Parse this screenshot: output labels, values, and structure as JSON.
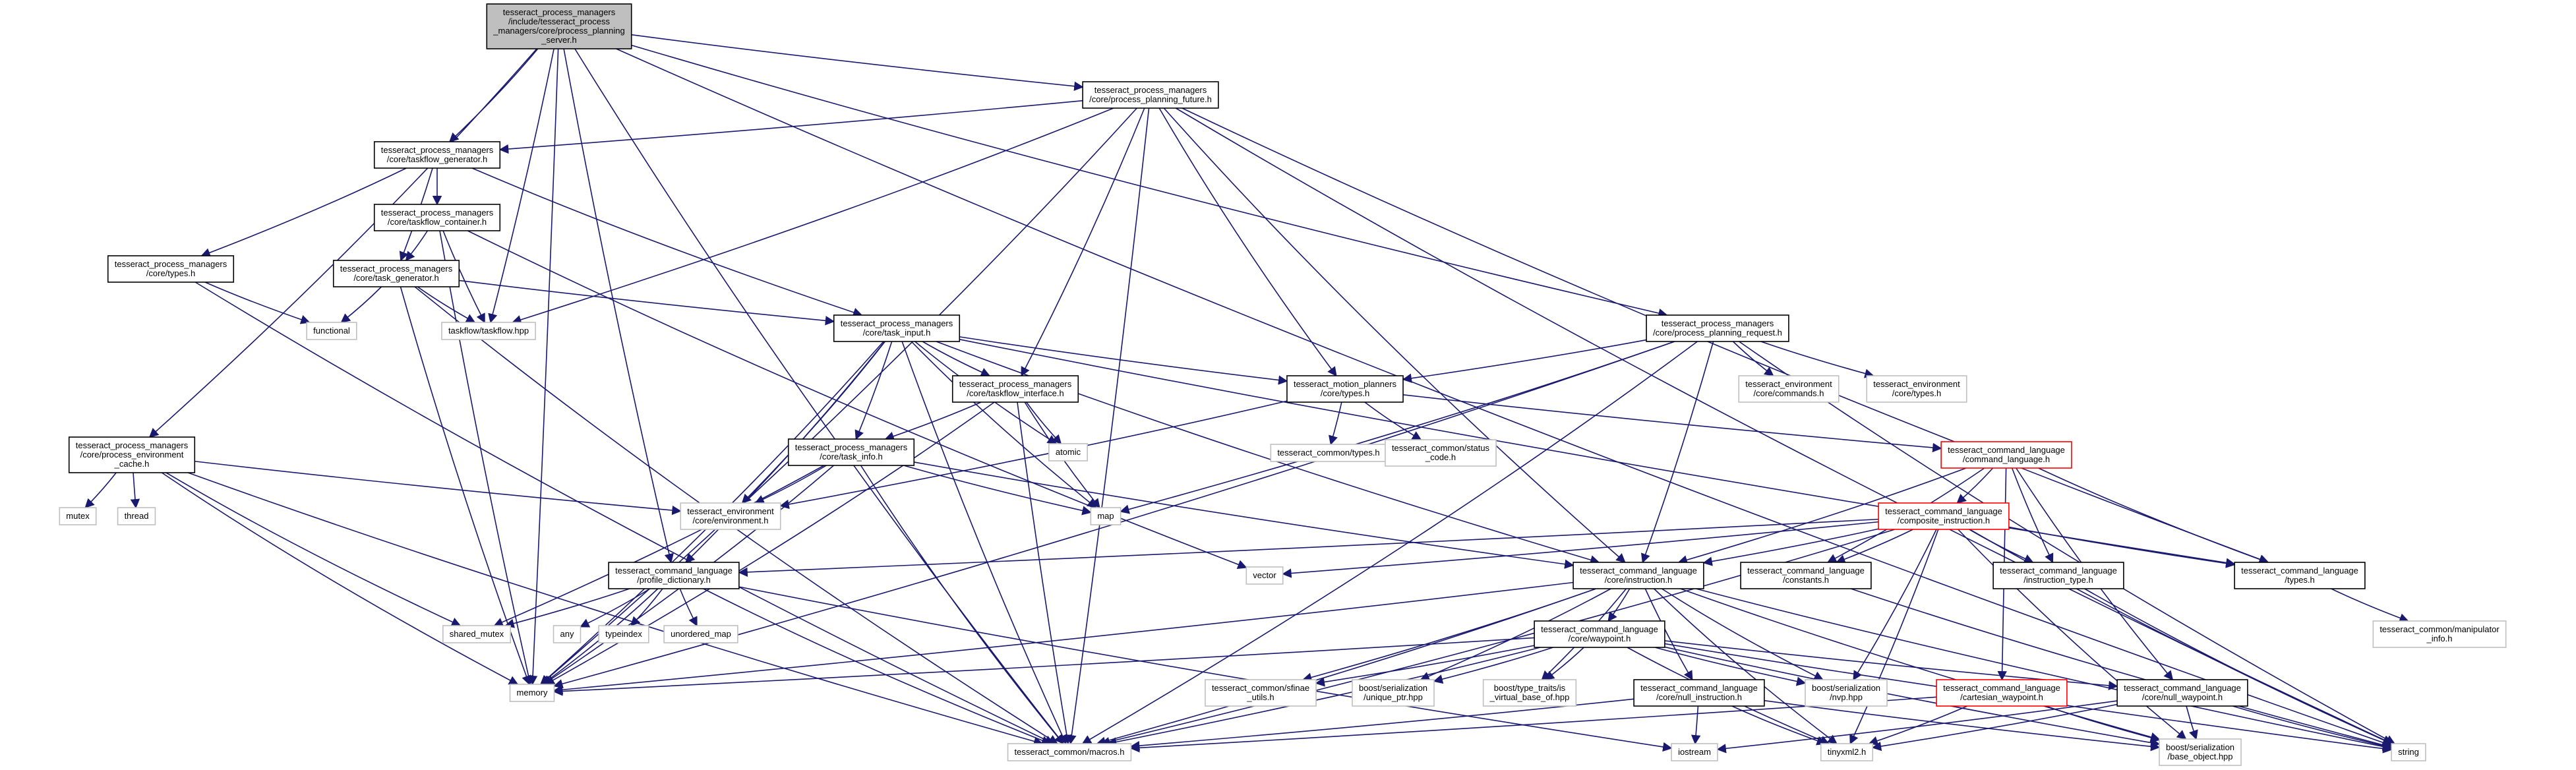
{
  "colors": {
    "edge": "#191970",
    "border_normal": "#000000",
    "border_external": "#bfbfbf",
    "border_truncated": "#ff0000",
    "root_fill": "#bfbfbf",
    "text": "#000000"
  },
  "nodes": [
    {
      "id": "root",
      "label": [
        "tesseract_process_managers",
        "/include/tesseract_process",
        "_managers/core/process_planning",
        "_server.h"
      ],
      "kind": "root"
    },
    {
      "id": "ppf",
      "label": [
        "tesseract_process_managers",
        "/core/process_planning_future.h"
      ],
      "kind": "normal"
    },
    {
      "id": "tfg",
      "label": [
        "tesseract_process_managers",
        "/core/taskflow_generator.h"
      ],
      "kind": "normal"
    },
    {
      "id": "tfc",
      "label": [
        "tesseract_process_managers",
        "/core/taskflow_container.h"
      ],
      "kind": "normal"
    },
    {
      "id": "tg",
      "label": [
        "tesseract_process_managers",
        "/core/task_generator.h"
      ],
      "kind": "normal"
    },
    {
      "id": "types",
      "label": [
        "tesseract_process_managers",
        "/core/types.h"
      ],
      "kind": "normal"
    },
    {
      "id": "functional",
      "label": [
        "functional"
      ],
      "kind": "external"
    },
    {
      "id": "taskflow",
      "label": [
        "taskflow/taskflow.hpp"
      ],
      "kind": "external"
    },
    {
      "id": "ti",
      "label": [
        "tesseract_process_managers",
        "/core/task_input.h"
      ],
      "kind": "normal"
    },
    {
      "id": "pec",
      "label": [
        "tesseract_process_managers",
        "/core/process_environment",
        "_cache.h"
      ],
      "kind": "normal"
    },
    {
      "id": "mutex",
      "label": [
        "mutex"
      ],
      "kind": "external"
    },
    {
      "id": "thread",
      "label": [
        "thread"
      ],
      "kind": "external"
    },
    {
      "id": "tfi",
      "label": [
        "tesseract_process_managers",
        "/core/taskflow_interface.h"
      ],
      "kind": "normal"
    },
    {
      "id": "tinfo",
      "label": [
        "tesseract_process_managers",
        "/core/task_info.h"
      ],
      "kind": "normal"
    },
    {
      "id": "atomic",
      "label": [
        "atomic"
      ],
      "kind": "external"
    },
    {
      "id": "map",
      "label": [
        "map"
      ],
      "kind": "external"
    },
    {
      "id": "envh",
      "label": [
        "tesseract_environment",
        "/core/environment.h"
      ],
      "kind": "external"
    },
    {
      "id": "mptypes",
      "label": [
        "tesseract_motion_planners",
        "/core/types.h"
      ],
      "kind": "normal"
    },
    {
      "id": "ctypes",
      "label": [
        "tesseract_common/types.h"
      ],
      "kind": "external"
    },
    {
      "id": "status",
      "label": [
        "tesseract_common/status",
        "_code.h"
      ],
      "kind": "external"
    },
    {
      "id": "ppr",
      "label": [
        "tesseract_process_managers",
        "/core/process_planning_request.h"
      ],
      "kind": "normal"
    },
    {
      "id": "envcmd",
      "label": [
        "tesseract_environment",
        "/core/commands.h"
      ],
      "kind": "external"
    },
    {
      "id": "envtypes",
      "label": [
        "tesseract_environment",
        "/core/types.h"
      ],
      "kind": "external"
    },
    {
      "id": "cl",
      "label": [
        "tesseract_command_language",
        "/command_language.h"
      ],
      "kind": "truncated"
    },
    {
      "id": "ci",
      "label": [
        "tesseract_command_language",
        "/composite_instruction.h"
      ],
      "kind": "truncated"
    },
    {
      "id": "pd",
      "label": [
        "tesseract_command_language",
        "/profile_dictionary.h"
      ],
      "kind": "normal"
    },
    {
      "id": "shmutex",
      "label": [
        "shared_mutex"
      ],
      "kind": "external"
    },
    {
      "id": "any",
      "label": [
        "any"
      ],
      "kind": "external"
    },
    {
      "id": "typeindex",
      "label": [
        "typeindex"
      ],
      "kind": "external"
    },
    {
      "id": "umap",
      "label": [
        "unordered_map"
      ],
      "kind": "external"
    },
    {
      "id": "memory",
      "label": [
        "memory"
      ],
      "kind": "external"
    },
    {
      "id": "vector",
      "label": [
        "vector"
      ],
      "kind": "external"
    },
    {
      "id": "instr",
      "label": [
        "tesseract_command_language",
        "/core/instruction.h"
      ],
      "kind": "normal"
    },
    {
      "id": "consts",
      "label": [
        "tesseract_command_language",
        "/constants.h"
      ],
      "kind": "normal"
    },
    {
      "id": "itype",
      "label": [
        "tesseract_command_language",
        "/instruction_type.h"
      ],
      "kind": "normal"
    },
    {
      "id": "cltypes",
      "label": [
        "tesseract_command_language",
        "/types.h"
      ],
      "kind": "normal"
    },
    {
      "id": "manip",
      "label": [
        "tesseract_common/manipulator",
        "_info.h"
      ],
      "kind": "external"
    },
    {
      "id": "waypoint",
      "label": [
        "tesseract_command_language",
        "/core/waypoint.h"
      ],
      "kind": "normal"
    },
    {
      "id": "sfinae",
      "label": [
        "tesseract_common/sfinae",
        "_utils.h"
      ],
      "kind": "external"
    },
    {
      "id": "uptr",
      "label": [
        "boost/serialization",
        "/unique_ptr.hpp"
      ],
      "kind": "external"
    },
    {
      "id": "ttvb",
      "label": [
        "boost/type_traits/is",
        "_virtual_base_of.hpp"
      ],
      "kind": "external"
    },
    {
      "id": "nvp",
      "label": [
        "boost/serialization",
        "/nvp.hpp"
      ],
      "kind": "external"
    },
    {
      "id": "nullinst",
      "label": [
        "tesseract_command_language",
        "/core/null_instruction.h"
      ],
      "kind": "normal"
    },
    {
      "id": "cartwp",
      "label": [
        "tesseract_command_language",
        "/cartesian_waypoint.h"
      ],
      "kind": "truncated"
    },
    {
      "id": "nullwp",
      "label": [
        "tesseract_command_language",
        "/core/null_waypoint.h"
      ],
      "kind": "normal"
    },
    {
      "id": "macros",
      "label": [
        "tesseract_common/macros.h"
      ],
      "kind": "external"
    },
    {
      "id": "iostream",
      "label": [
        "iostream"
      ],
      "kind": "external"
    },
    {
      "id": "tinyxml",
      "label": [
        "tinyxml2.h"
      ],
      "kind": "external"
    },
    {
      "id": "baseobj",
      "label": [
        "boost/serialization",
        "/base_object.hpp"
      ],
      "kind": "external"
    },
    {
      "id": "string",
      "label": [
        "string"
      ],
      "kind": "external"
    }
  ],
  "edges": [
    [
      "root",
      "ppf"
    ],
    [
      "root",
      "tfg"
    ],
    [
      "root",
      "pec"
    ],
    [
      "root",
      "taskflow"
    ],
    [
      "root",
      "ppr"
    ],
    [
      "root",
      "pd"
    ],
    [
      "root",
      "memory"
    ],
    [
      "root",
      "macros"
    ],
    [
      "root",
      "string"
    ],
    [
      "ppf",
      "tfg"
    ],
    [
      "ppf",
      "tfi"
    ],
    [
      "ppf",
      "mptypes"
    ],
    [
      "ppf",
      "instr"
    ],
    [
      "ppf",
      "cltypes"
    ],
    [
      "ppf",
      "taskflow"
    ],
    [
      "ppf",
      "memory"
    ],
    [
      "ppf",
      "macros"
    ],
    [
      "ppf",
      "string"
    ],
    [
      "tfg",
      "tfc"
    ],
    [
      "tfg",
      "tg"
    ],
    [
      "tfg",
      "types"
    ],
    [
      "tfg",
      "ti"
    ],
    [
      "tfc",
      "tg"
    ],
    [
      "tfc",
      "taskflow"
    ],
    [
      "tfc",
      "vector"
    ],
    [
      "tfc",
      "memory"
    ],
    [
      "tg",
      "ti"
    ],
    [
      "tg",
      "taskflow"
    ],
    [
      "tg",
      "functional"
    ],
    [
      "tg",
      "memory"
    ],
    [
      "tg",
      "macros"
    ],
    [
      "types",
      "functional"
    ],
    [
      "types",
      "macros"
    ],
    [
      "ti",
      "tfi"
    ],
    [
      "ti",
      "tinfo"
    ],
    [
      "ti",
      "mptypes"
    ],
    [
      "ti",
      "atomic"
    ],
    [
      "ti",
      "map"
    ],
    [
      "ti",
      "envh"
    ],
    [
      "ti",
      "pd"
    ],
    [
      "ti",
      "instr"
    ],
    [
      "ti",
      "cltypes"
    ],
    [
      "ti",
      "memory"
    ],
    [
      "ti",
      "macros"
    ],
    [
      "pec",
      "envh"
    ],
    [
      "pec",
      "mutex"
    ],
    [
      "pec",
      "thread"
    ],
    [
      "pec",
      "shmutex"
    ],
    [
      "pec",
      "memory"
    ],
    [
      "pec",
      "macros"
    ],
    [
      "tfi",
      "tinfo"
    ],
    [
      "tfi",
      "atomic"
    ],
    [
      "tfi",
      "map"
    ],
    [
      "tfi",
      "memory"
    ],
    [
      "tfi",
      "macros"
    ],
    [
      "tinfo",
      "envh"
    ],
    [
      "tinfo",
      "map"
    ],
    [
      "tinfo",
      "shmutex"
    ],
    [
      "tinfo",
      "instr"
    ],
    [
      "tinfo",
      "memory"
    ],
    [
      "tinfo",
      "macros"
    ],
    [
      "mptypes",
      "ctypes"
    ],
    [
      "mptypes",
      "status"
    ],
    [
      "mptypes",
      "cl"
    ],
    [
      "mptypes",
      "envh"
    ],
    [
      "ppr",
      "mptypes"
    ],
    [
      "ppr",
      "envcmd"
    ],
    [
      "ppr",
      "envtypes"
    ],
    [
      "ppr",
      "instr"
    ],
    [
      "ppr",
      "map"
    ],
    [
      "ppr",
      "memory"
    ],
    [
      "ppr",
      "macros"
    ],
    [
      "ppr",
      "string"
    ],
    [
      "cl",
      "ci"
    ],
    [
      "cl",
      "instr"
    ],
    [
      "cl",
      "consts"
    ],
    [
      "cl",
      "itype"
    ],
    [
      "cl",
      "cltypes"
    ],
    [
      "cl",
      "cartwp"
    ],
    [
      "cl",
      "nullwp"
    ],
    [
      "ci",
      "pd"
    ],
    [
      "ci",
      "instr"
    ],
    [
      "ci",
      "consts"
    ],
    [
      "ci",
      "itype"
    ],
    [
      "ci",
      "cltypes"
    ],
    [
      "ci",
      "vector"
    ],
    [
      "ci",
      "nvp"
    ],
    [
      "ci",
      "baseobj"
    ],
    [
      "ci",
      "tinyxml"
    ],
    [
      "ci",
      "string"
    ],
    [
      "ci",
      "macros"
    ],
    [
      "pd",
      "shmutex"
    ],
    [
      "pd",
      "any"
    ],
    [
      "pd",
      "typeindex"
    ],
    [
      "pd",
      "umap"
    ],
    [
      "pd",
      "memory"
    ],
    [
      "pd",
      "iostream"
    ],
    [
      "pd",
      "macros"
    ],
    [
      "instr",
      "waypoint"
    ],
    [
      "instr",
      "nullinst"
    ],
    [
      "instr",
      "sfinae"
    ],
    [
      "instr",
      "uptr"
    ],
    [
      "instr",
      "ttvb"
    ],
    [
      "instr",
      "nvp"
    ],
    [
      "instr",
      "tinyxml"
    ],
    [
      "instr",
      "baseobj"
    ],
    [
      "instr",
      "string"
    ],
    [
      "instr",
      "memory"
    ],
    [
      "instr",
      "macros"
    ],
    [
      "waypoint",
      "sfinae"
    ],
    [
      "waypoint",
      "uptr"
    ],
    [
      "waypoint",
      "ttvb"
    ],
    [
      "waypoint",
      "nvp"
    ],
    [
      "waypoint",
      "nullwp"
    ],
    [
      "waypoint",
      "tinyxml"
    ],
    [
      "waypoint",
      "baseobj"
    ],
    [
      "waypoint",
      "memory"
    ],
    [
      "waypoint",
      "macros"
    ],
    [
      "waypoint",
      "string"
    ],
    [
      "nullinst",
      "iostream"
    ],
    [
      "nullinst",
      "tinyxml"
    ],
    [
      "nullinst",
      "macros"
    ],
    [
      "nullinst",
      "baseobj"
    ],
    [
      "cartwp",
      "tinyxml"
    ],
    [
      "cartwp",
      "baseobj"
    ],
    [
      "cartwp",
      "macros"
    ],
    [
      "nullwp",
      "tinyxml"
    ],
    [
      "nullwp",
      "baseobj"
    ],
    [
      "nullwp",
      "iostream"
    ],
    [
      "nullwp",
      "string"
    ],
    [
      "consts",
      "string"
    ],
    [
      "cltypes",
      "manip"
    ],
    [
      "itype",
      "string"
    ]
  ]
}
